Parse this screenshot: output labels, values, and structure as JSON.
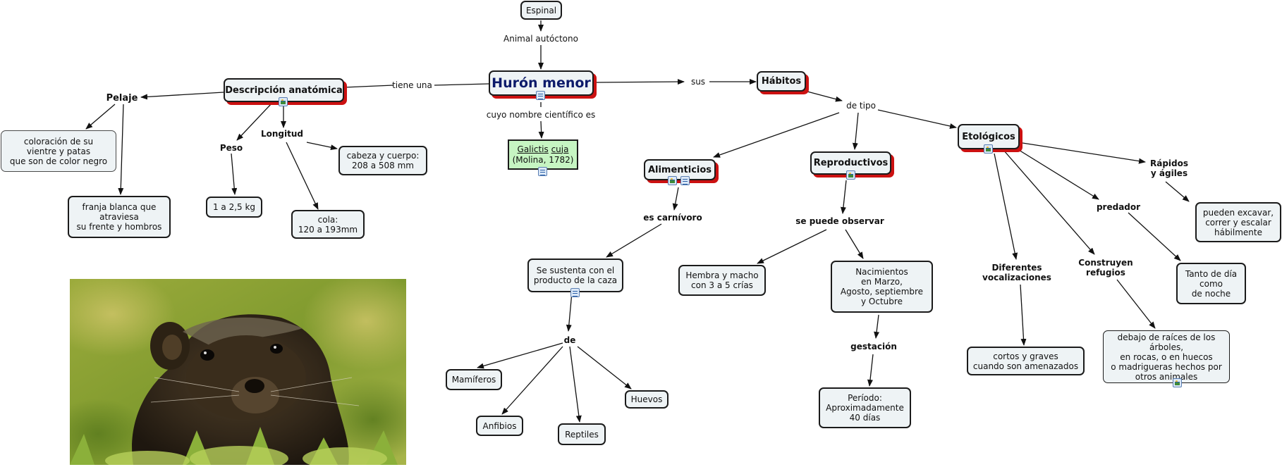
{
  "map": {
    "espinal": "Espinal",
    "animal_autoctono": "Animal autóctono",
    "huron_menor": "Hurón menor",
    "tiene_una": "tiene una",
    "cuyo_nombre": "cuyo nombre científico es",
    "sci_genus": "Galictis",
    "sci_species": "cuja",
    "sci_author": "(Molina, 1782)",
    "sus": "sus",
    "habitos": "Hábitos",
    "de_tipo": "de tipo",
    "descripcion": "Descripción anatómica",
    "pelaje": "Pelaje",
    "coloracion": "coloración de su\nvientre y patas\nque son de color negro",
    "franja": "franja blanca que\natraviesa\nsu frente y hombros",
    "peso": "Peso",
    "peso_valor": "1 a 2,5 kg",
    "longitud": "Longitud",
    "cabeza_cuerpo": "cabeza y cuerpo:\n208 a 508 mm",
    "cola": "cola:\n120 a 193mm",
    "alimenticios": "Alimenticios",
    "es_carnivoro": "es carnívoro",
    "se_sustenta": "Se sustenta con el\nproducto de la caza",
    "de": "de",
    "mamiferos": "Mamíferos",
    "anfibios": "Anfibios",
    "reptiles": "Reptiles",
    "huevos": "Huevos",
    "reproductivos": "Reproductivos",
    "se_puede_observar": "se puede observar",
    "hembra_macho": "Hembra y macho\ncon 3 a 5 crías",
    "nacimientos": "Nacimientos\nen Marzo,\nAgosto, septiembre\ny Octubre",
    "gestacion": "gestación",
    "periodo": "Período:\nAproximadamente\n40 días",
    "etologicos": "Etológicos",
    "rapidos": "Rápidos\ny ágiles",
    "pueden_excavar": "pueden excavar,\ncorrer y escalar\nhábilmente",
    "predador": "predador",
    "tanto_dia": "Tanto de día\ncomo\nde noche",
    "construyen": "Construyen\nrefugios",
    "debajo_raices": "debajo de raíces de los árboles,\nen rocas, o en huecos\no madrigueras hechos por\notros animales",
    "diferentes": "Diferentes\nvocalizaciones",
    "cortos_graves": "cortos y graves\ncuando son amenazados"
  },
  "colors": {
    "node_fill": "#eef3f5",
    "node_border": "#1b1b1b",
    "shadow": "#cc1111",
    "title_text": "#0c1a6a",
    "scientific_fill": "#c6f5c2"
  },
  "icons": [
    "image-resource-icon",
    "document-resource-icon"
  ]
}
